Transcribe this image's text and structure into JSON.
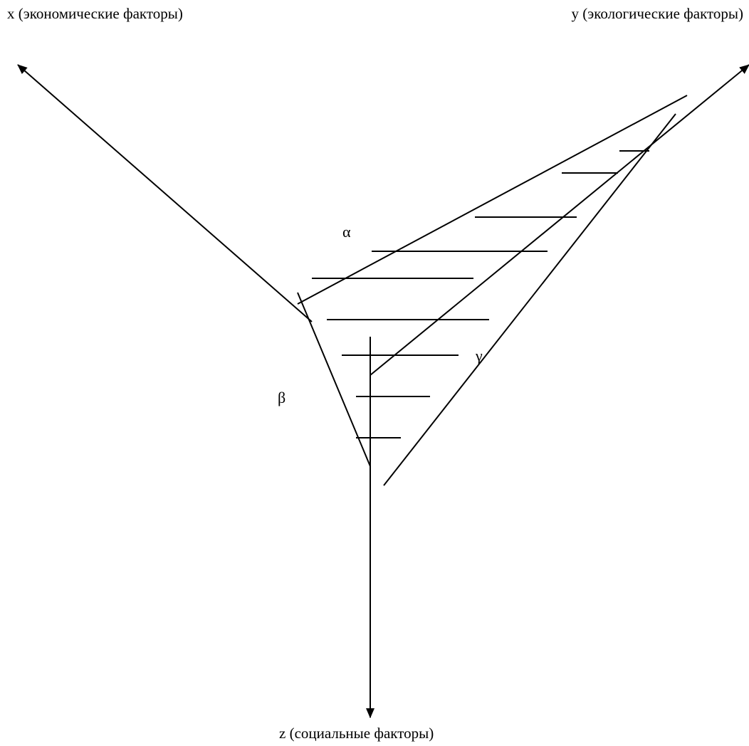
{
  "axes": {
    "x_label": "x (экономические факторы)",
    "y_label": "y (экологические факторы)",
    "z_label": "z (социальные факторы)"
  },
  "angles": {
    "alpha": "α",
    "beta": "β",
    "gamma": "γ"
  },
  "colors": {
    "line": "#000000",
    "background": "#ffffff"
  }
}
